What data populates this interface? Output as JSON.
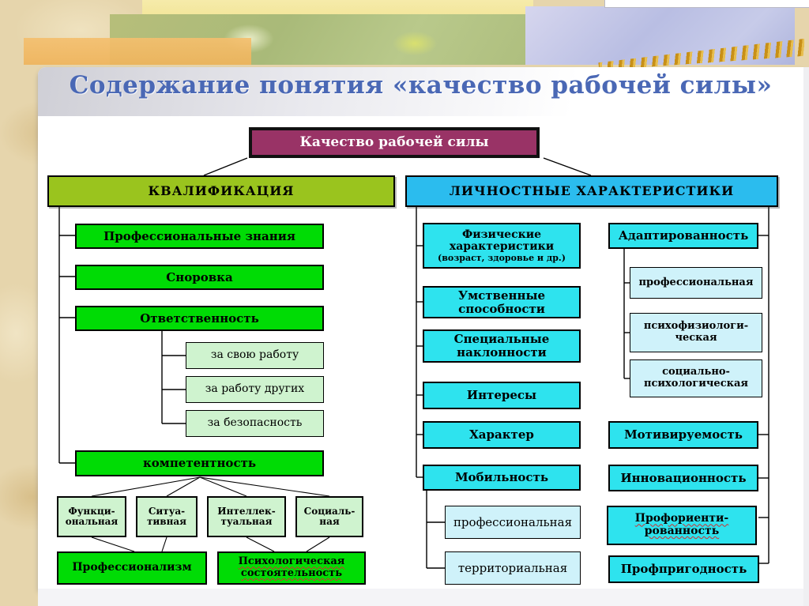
{
  "slide": {
    "title": "Содержание понятия «качество рабочей силы»",
    "root_label": "Качество рабочей силы"
  },
  "qualification": {
    "header": "КВАЛИФИКАЦИЯ",
    "knowledge": "Профессиональные знания",
    "skill": "Сноровка",
    "responsibility": "Ответственность",
    "responsibility_items": [
      "за свою работу",
      "за работу других",
      "за безопасность"
    ],
    "competence": "компетентность",
    "competence_types": [
      "Функци-\nональная",
      "Ситуа-\nтивная",
      "Интеллек-\nтуальная",
      "Социаль-\nная"
    ],
    "professionalism": "Профессионализм",
    "psych_viability": "Психологическая\nсостоятельность"
  },
  "personal": {
    "header": "ЛИЧНОСТНЫЕ ХАРАКТЕРИСТИКИ",
    "physical": "Физические\nхарактеристики",
    "physical_note": "(возраст, здоровье и др.)",
    "mental": "Умственные\nспособности",
    "special": "Специальные\nнаклонности",
    "interests": "Интересы",
    "character": "Характер",
    "mobility": "Мобильность",
    "mobility_items": [
      "профессиональная",
      "территориальная"
    ],
    "adaptability": "Адаптированность",
    "adaptability_items": [
      "профессиональная",
      "психофизиологи-\nческая",
      "социально-\nпсихологическая"
    ],
    "motivation": "Мотивируемость",
    "innovation": "Инновационность",
    "orientation": "Профориенти-\nрованность",
    "aptitude": "Профпригодность"
  },
  "colors": {
    "accent_title": "#4A68B5",
    "root_bg": "#993366",
    "qualification_bg": "#9AC41E",
    "green": "#00DC05",
    "green_light": "#CFF3CF",
    "personal_bg": "#2BBCEE",
    "cyan": "#2EE3EE",
    "cyan_light": "#CFF2FA"
  }
}
